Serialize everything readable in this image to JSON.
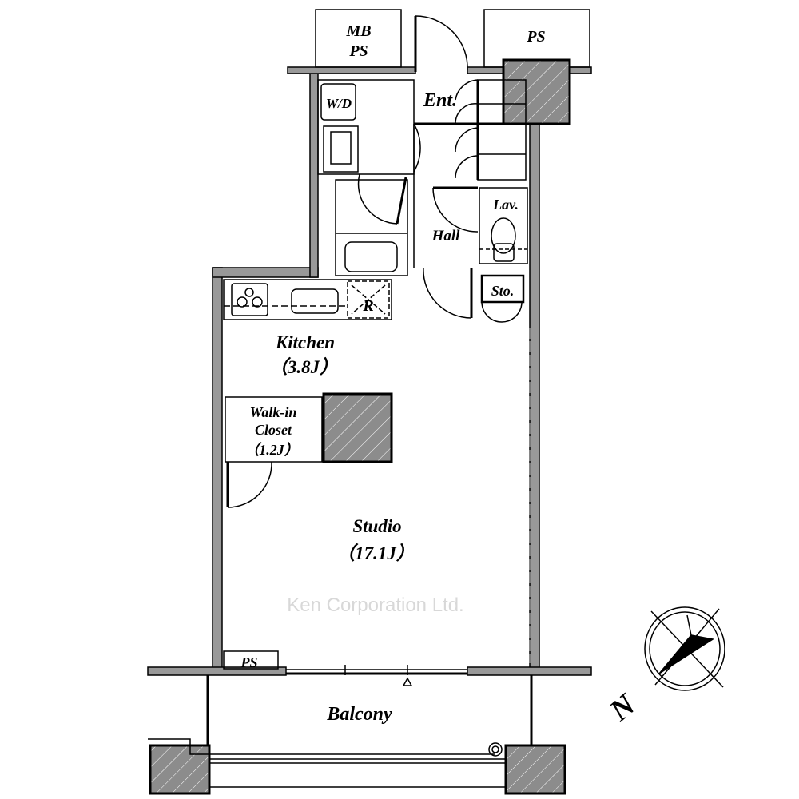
{
  "rooms": {
    "mb_ps": [
      "MB",
      "PS"
    ],
    "ps_top": "PS",
    "entrance": "Ent.",
    "washer_dryer": "W/D",
    "hall": "Hall",
    "lavatory": "Lav.",
    "storage": "Sto.",
    "refrigerator": "R",
    "kitchen": {
      "name": "Kitchen",
      "size": "（3.8J）"
    },
    "walk_in_closet": {
      "name1": "Walk-in",
      "name2": "Closet",
      "size": "（1.2J）"
    },
    "studio": {
      "name": "Studio",
      "size": "（17.1J）"
    },
    "ps_bottom": "PS",
    "balcony": "Balcony"
  },
  "compass": {
    "label": "N"
  },
  "watermark": "Ken Corporation Ltd.",
  "colors": {
    "wall": "#999999",
    "column": "#8c8c8c",
    "line": "#000000"
  }
}
